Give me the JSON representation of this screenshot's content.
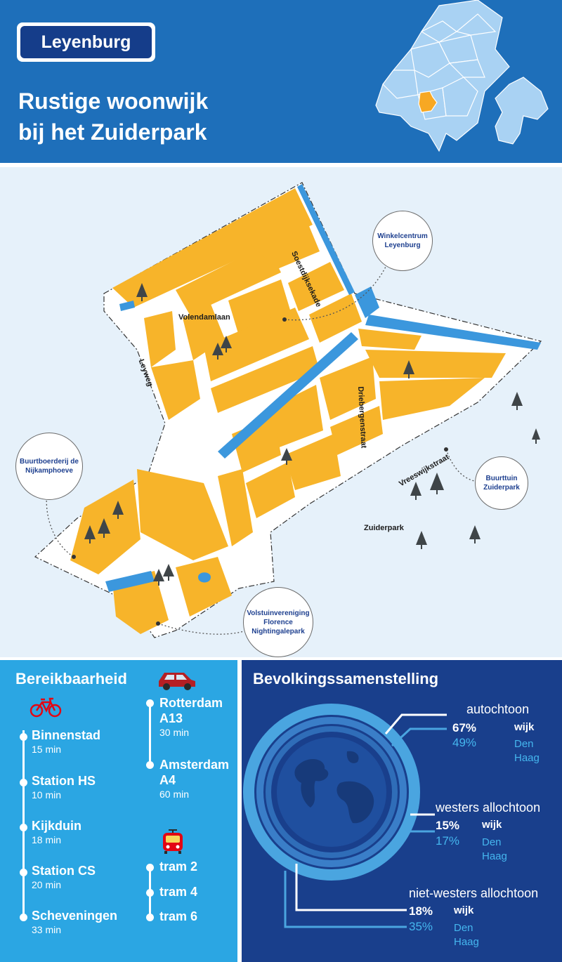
{
  "header": {
    "district_name": "Leyenburg",
    "title_line1": "Rustige woonwijk",
    "title_line2": "bij het Zuiderpark"
  },
  "map": {
    "streets": {
      "soestdijksekade": "Soestdijksekade",
      "volendamlaan": "Volendamlaan",
      "leyweg": "Leyweg",
      "driebergenstraat": "Driebergenstraat",
      "vreeswijkstraat": "Vreeswijkstraat",
      "zuiderpark": "Zuiderpark"
    },
    "poi": {
      "winkelcentrum": "Winkelcentrum Leyenburg",
      "buurtboerderij": "Buurtboerderij de Nijkamphoeve",
      "buurttuin": "Buurttuin Zuiderpark",
      "volstuin": "Volstuinvereniging Florence Nightingalepark"
    }
  },
  "reach": {
    "title": "Bereikbaarheid",
    "bike": [
      {
        "name": "Binnenstad",
        "time": "15 min"
      },
      {
        "name": "Station HS",
        "time": "10 min"
      },
      {
        "name": "Kijkduin",
        "time": "18 min"
      },
      {
        "name": "Station CS",
        "time": "20 min"
      },
      {
        "name": "Scheveningen",
        "time": "33 min"
      }
    ],
    "car": [
      {
        "name": "Rotterdam",
        "road": "A13",
        "time": "30 min"
      },
      {
        "name": "Amsterdam",
        "road": "A4",
        "time": "60 min"
      }
    ],
    "tram": [
      "tram 2",
      "tram 4",
      "tram 6"
    ]
  },
  "population": {
    "title": "Bevolkingssamenstelling",
    "wijk_label": "wijk",
    "denhaag_label": "Den Haag",
    "groups": [
      {
        "name": "autochtoon",
        "wijk": "67%",
        "denhaag": "49%"
      },
      {
        "name": "westers allochtoon",
        "wijk": "15%",
        "denhaag": "17%"
      },
      {
        "name": "niet-westers allochtoon",
        "wijk": "18%",
        "denhaag": "35%"
      }
    ]
  },
  "colors": {
    "header_blue": "#1e6fba",
    "badge_navy": "#153d8a",
    "map_background": "#e6f1fa",
    "block_yellow": "#f7b42a",
    "water_blue": "#3b97dd",
    "reach_blue": "#2ba6e3",
    "population_navy": "#193f8c",
    "highlight_orange": "#f7a823"
  },
  "icons": [
    "bicycle-icon",
    "car-icon",
    "tram-icon",
    "tree-icon",
    "globe-icon",
    "district-map-icon"
  ]
}
